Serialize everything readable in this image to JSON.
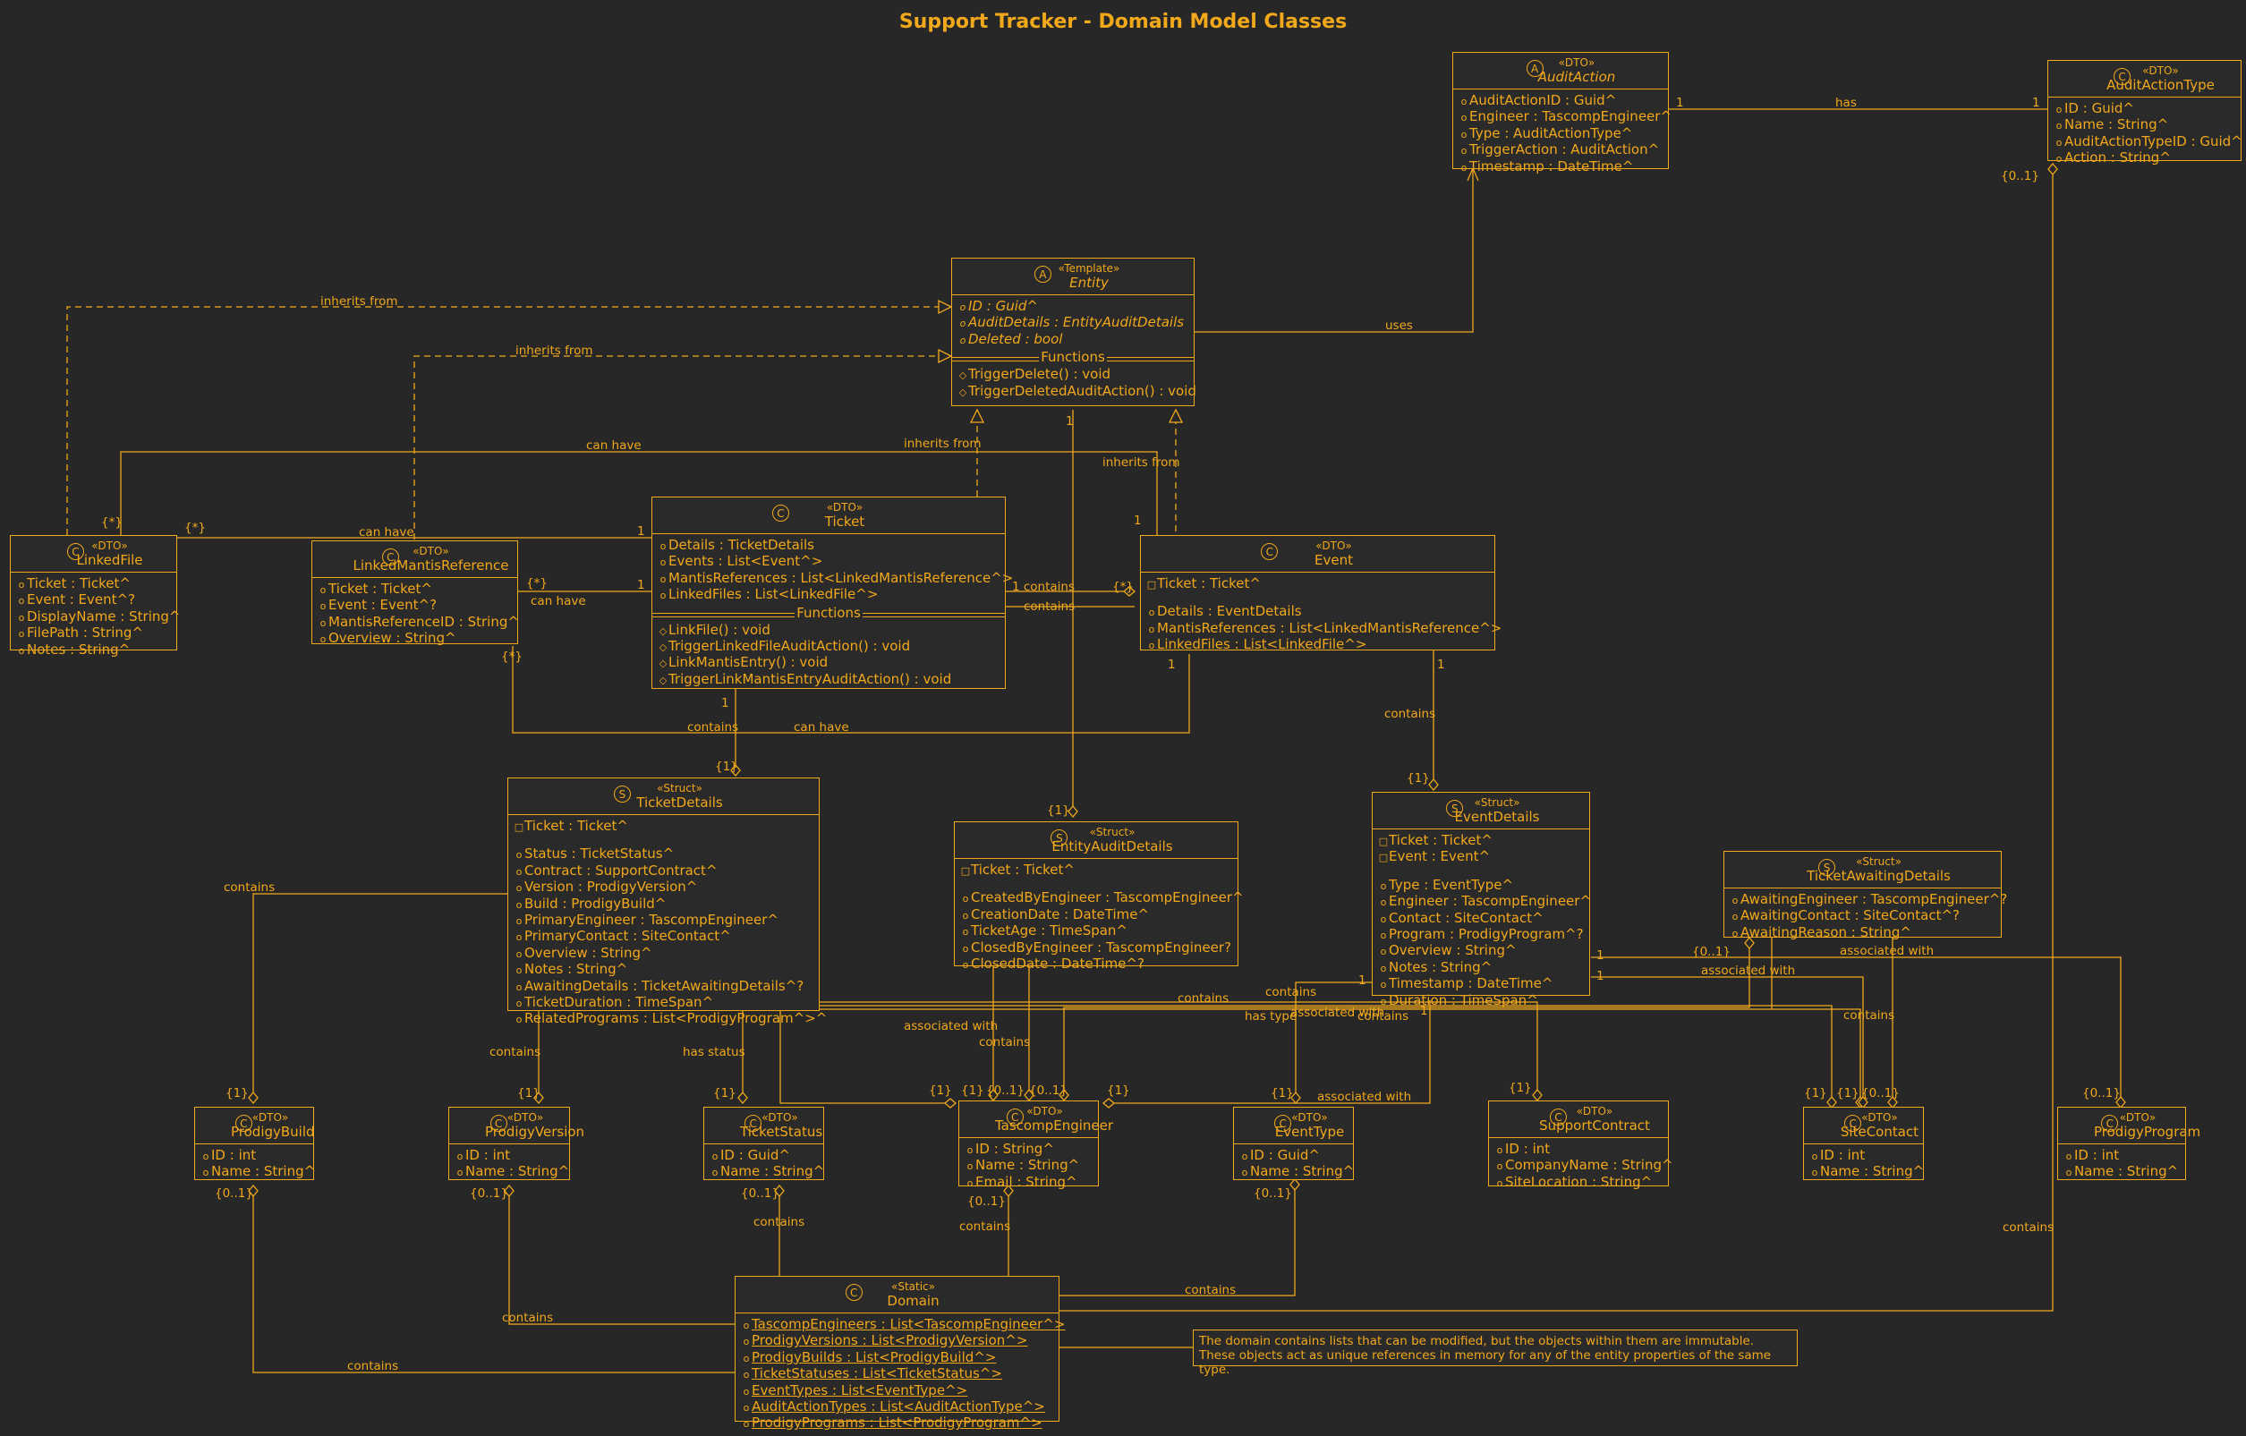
{
  "diagram_title": "Support Tracker - Domain Model Classes",
  "classes": {
    "auditaction": {
      "stereotype": "«DTO»",
      "name": "AuditAction",
      "icon": "A",
      "rows": [
        {
          "v": "o",
          "t": "AuditActionID : Guid^"
        },
        {
          "v": "o",
          "t": "Engineer : TascompEngineer^"
        },
        {
          "v": "o",
          "t": "Type : AuditActionType^"
        },
        {
          "v": "o",
          "t": "TriggerAction : AuditAction^"
        },
        {
          "v": "o",
          "t": "Timestamp : DateTime^"
        }
      ]
    },
    "auditactiontype": {
      "stereotype": "«DTO»",
      "name": "AuditActionType",
      "icon": "C",
      "rows": [
        {
          "v": "o",
          "t": "ID : Guid^"
        },
        {
          "v": "o",
          "t": "Name : String^"
        },
        {
          "v": "o",
          "t": "AuditActionTypeID : Guid^"
        },
        {
          "v": "o",
          "t": "Action : String^"
        }
      ]
    },
    "entity": {
      "stereotype": "«Template»",
      "name": "Entity",
      "icon": "A",
      "rows": [
        {
          "v": "o",
          "t": "ID : Guid^"
        },
        {
          "v": "o",
          "t": "AuditDetails : EntityAuditDetails"
        },
        {
          "v": "o",
          "t": "Deleted : bool"
        }
      ],
      "functions_label": "Functions",
      "functions": [
        {
          "v": "◇",
          "t": "TriggerDelete() : void"
        },
        {
          "v": "◇",
          "t": "TriggerDeletedAuditAction() : void"
        }
      ]
    },
    "linkedfile": {
      "stereotype": "«DTO»",
      "name": "LinkedFile",
      "icon": "C",
      "rows": [
        {
          "v": "o",
          "t": "Ticket : Ticket^"
        },
        {
          "v": "o",
          "t": "Event : Event^?"
        },
        {
          "v": "o",
          "t": "DisplayName : String^"
        },
        {
          "v": "o",
          "t": "FilePath : String^"
        },
        {
          "v": "o",
          "t": "Notes : String^"
        }
      ]
    },
    "linkedmantis": {
      "stereotype": "«DTO»",
      "name": "LinkedMantisReference",
      "icon": "C",
      "rows": [
        {
          "v": "o",
          "t": "Ticket : Ticket^"
        },
        {
          "v": "o",
          "t": "Event : Event^?"
        },
        {
          "v": "o",
          "t": "MantisReferenceID : String^"
        },
        {
          "v": "o",
          "t": "Overview : String^"
        }
      ]
    },
    "ticket": {
      "stereotype": "«DTO»",
      "name": "Ticket",
      "icon": "C",
      "rows": [
        {
          "v": "o",
          "t": "Details : TicketDetails"
        },
        {
          "v": "o",
          "t": "Events : List<Event^>"
        },
        {
          "v": "o",
          "t": "MantisReferences : List<LinkedMantisReference^>"
        },
        {
          "v": "o",
          "t": "LinkedFiles : List<LinkedFile^>"
        }
      ],
      "functions_label": "Functions",
      "functions": [
        {
          "v": "◇",
          "t": "LinkFile() : void"
        },
        {
          "v": "◇",
          "t": "TriggerLinkedFileAuditAction() : void"
        },
        {
          "v": "◇",
          "t": "LinkMantisEntry() : void"
        },
        {
          "v": "◇",
          "t": "TriggerLinkMantisEntryAuditAction() : void"
        }
      ]
    },
    "event": {
      "stereotype": "«DTO»",
      "name": "Event",
      "icon": "C",
      "rows": [
        {
          "v": "□",
          "t": "Ticket : Ticket^"
        },
        {
          "gap": true
        },
        {
          "v": "o",
          "t": "Details : EventDetails"
        },
        {
          "v": "o",
          "t": "MantisReferences : List<LinkedMantisReference^>"
        },
        {
          "v": "o",
          "t": "LinkedFiles : List<LinkedFile^>"
        }
      ]
    },
    "ticketdetails": {
      "stereotype": "«Struct»",
      "name": "TicketDetails",
      "icon": "S",
      "rows": [
        {
          "v": "□",
          "t": "Ticket : Ticket^"
        },
        {
          "gap": true
        },
        {
          "v": "o",
          "t": "Status : TicketStatus^"
        },
        {
          "v": "o",
          "t": "Contract : SupportContract^"
        },
        {
          "v": "o",
          "t": "Version : ProdigyVersion^"
        },
        {
          "v": "o",
          "t": "Build : ProdigyBuild^"
        },
        {
          "v": "o",
          "t": "PrimaryEngineer : TascompEngineer^"
        },
        {
          "v": "o",
          "t": "PrimaryContact : SiteContact^"
        },
        {
          "v": "o",
          "t": "Overview : String^"
        },
        {
          "v": "o",
          "t": "Notes : String^"
        },
        {
          "v": "o",
          "t": "AwaitingDetails : TicketAwaitingDetails^?"
        },
        {
          "v": "o",
          "t": "TicketDuration : TimeSpan^"
        },
        {
          "v": "o",
          "t": "RelatedPrograms : List<ProdigyProgram^>^"
        }
      ]
    },
    "entityaudit": {
      "stereotype": "«Struct»",
      "name": "EntityAuditDetails",
      "icon": "S",
      "rows": [
        {
          "v": "□",
          "t": "Ticket : Ticket^"
        },
        {
          "gap": true
        },
        {
          "v": "o",
          "t": "CreatedByEngineer : TascompEngineer^"
        },
        {
          "v": "o",
          "t": "CreationDate : DateTime^"
        },
        {
          "v": "o",
          "t": "TicketAge : TimeSpan^"
        },
        {
          "v": "o",
          "t": "ClosedByEngineer : TascompEngineer?"
        },
        {
          "v": "o",
          "t": "ClosedDate : DateTime^?"
        }
      ]
    },
    "eventdetails": {
      "stereotype": "«Struct»",
      "name": "EventDetails",
      "icon": "S",
      "rows": [
        {
          "v": "□",
          "t": "Ticket : Ticket^"
        },
        {
          "v": "□",
          "t": "Event : Event^"
        },
        {
          "gap": true
        },
        {
          "v": "o",
          "t": "Type : EventType^"
        },
        {
          "v": "o",
          "t": "Engineer : TascompEngineer^"
        },
        {
          "v": "o",
          "t": "Contact : SiteContact^"
        },
        {
          "v": "o",
          "t": "Program : ProdigyProgram^?"
        },
        {
          "v": "o",
          "t": "Overview : String^"
        },
        {
          "v": "o",
          "t": "Notes : String^"
        },
        {
          "v": "o",
          "t": "Timestamp : DateTime^"
        },
        {
          "v": "o",
          "t": "Duration : TimeSpan^"
        }
      ]
    },
    "ticketawaiting": {
      "stereotype": "«Struct»",
      "name": "TicketAwaitingDetails",
      "icon": "S",
      "rows": [
        {
          "v": "o",
          "t": "AwaitingEngineer : TascompEngineer^?"
        },
        {
          "v": "o",
          "t": "AwaitingContact : SiteContact^?"
        },
        {
          "v": "o",
          "t": "AwaitingReason : String^"
        }
      ]
    },
    "prodigybuild": {
      "stereotype": "«DTO»",
      "name": "ProdigyBuild",
      "icon": "C",
      "rows": [
        {
          "v": "o",
          "t": "ID : int"
        },
        {
          "v": "o",
          "t": "Name : String^"
        }
      ]
    },
    "prodigyversion": {
      "stereotype": "«DTO»",
      "name": "ProdigyVersion",
      "icon": "C",
      "rows": [
        {
          "v": "o",
          "t": "ID : int"
        },
        {
          "v": "o",
          "t": "Name : String^"
        }
      ]
    },
    "ticketstatus": {
      "stereotype": "«DTO»",
      "name": "TicketStatus",
      "icon": "C",
      "rows": [
        {
          "v": "o",
          "t": "ID : Guid^"
        },
        {
          "v": "o",
          "t": "Name : String^"
        }
      ]
    },
    "engineer": {
      "stereotype": "«DTO»",
      "name": "TascompEngineer",
      "icon": "C",
      "rows": [
        {
          "v": "o",
          "t": "ID : String^"
        },
        {
          "v": "o",
          "t": "Name : String^"
        },
        {
          "v": "o",
          "t": "Email : String^"
        }
      ]
    },
    "eventtype": {
      "stereotype": "«DTO»",
      "name": "EventType",
      "icon": "C",
      "rows": [
        {
          "v": "o",
          "t": "ID : Guid^"
        },
        {
          "v": "o",
          "t": "Name : String^"
        }
      ]
    },
    "supportcontract": {
      "stereotype": "«DTO»",
      "name": "SupportContract",
      "icon": "C",
      "rows": [
        {
          "v": "o",
          "t": "ID : int"
        },
        {
          "v": "o",
          "t": "CompanyName : String^"
        },
        {
          "v": "o",
          "t": "SiteLocation : String^"
        }
      ]
    },
    "sitecontact": {
      "stereotype": "«DTO»",
      "name": "SiteContact",
      "icon": "C",
      "rows": [
        {
          "v": "o",
          "t": "ID : int"
        },
        {
          "v": "o",
          "t": "Name : String^"
        }
      ]
    },
    "prodigyprogram": {
      "stereotype": "«DTO»",
      "name": "ProdigyProgram",
      "icon": "C",
      "rows": [
        {
          "v": "o",
          "t": "ID : int"
        },
        {
          "v": "o",
          "t": "Name : String^"
        }
      ]
    },
    "domain": {
      "stereotype": "«Static»",
      "name": "Domain",
      "icon": "C",
      "rows": [
        {
          "v": "o",
          "t": "TascompEngineers : List<TascompEngineer^>",
          "u": true
        },
        {
          "v": "o",
          "t": "ProdigyVersions : List<ProdigyVersion^>",
          "u": true
        },
        {
          "v": "o",
          "t": "ProdigyBuilds : List<ProdigyBuild^>",
          "u": true
        },
        {
          "v": "o",
          "t": "TicketStatuses : List<TicketStatus^>",
          "u": true
        },
        {
          "v": "o",
          "t": "EventTypes : List<EventType^>",
          "u": true
        },
        {
          "v": "o",
          "t": "AuditActionTypes : List<AuditActionType^>",
          "u": true
        },
        {
          "v": "o",
          "t": "ProdigyPrograms : List<ProdigyProgram^>",
          "u": true
        }
      ]
    }
  },
  "note": {
    "line1": "The domain contains lists that can be modified, but the objects within them are immutable.",
    "line2": "These objects act as unique references in memory for any of the entity properties of the same type."
  },
  "labels": {
    "inherits_from": "inherits from",
    "has": "has",
    "uses": "uses",
    "can_have": "can have",
    "contains": "contains",
    "associated_with": "associated with",
    "has_status": "has status",
    "has_type": "has type",
    "m_1": "1",
    "m_many": "{*}",
    "m_one": "{1}",
    "m_opt": "{0..1}",
    "one_contains": "1 contains"
  }
}
